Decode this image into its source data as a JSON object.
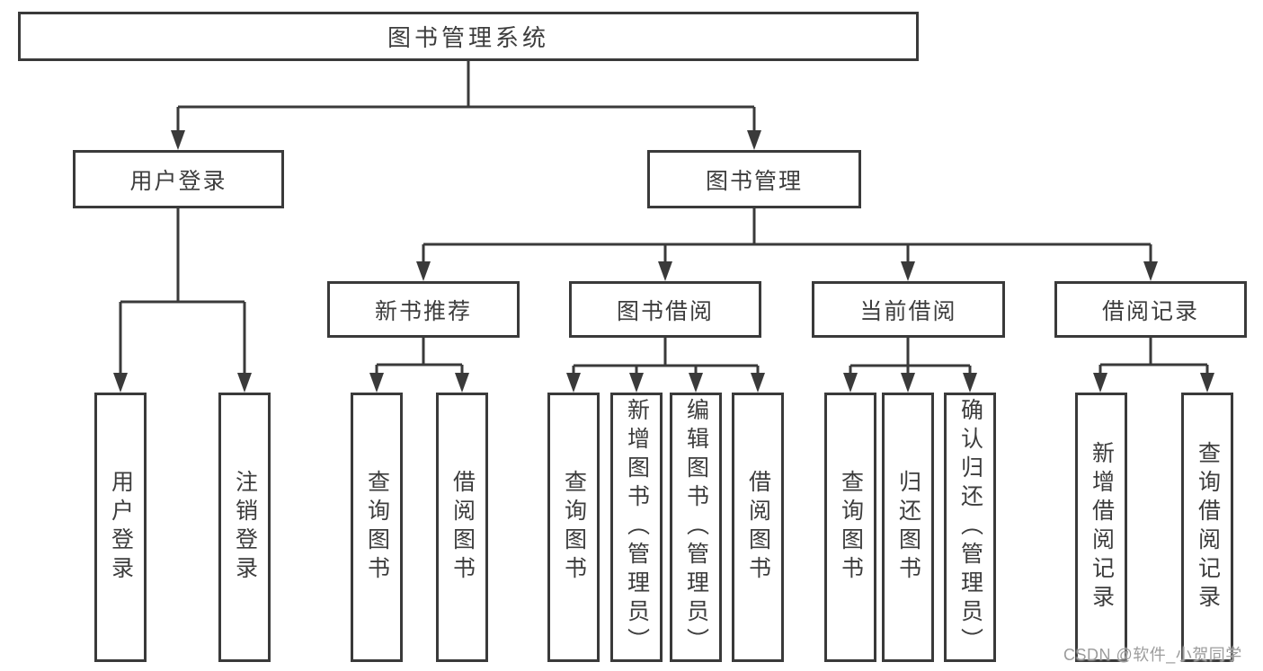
{
  "tree": {
    "label": "图书管理系统",
    "children": [
      {
        "label": "用户登录",
        "children": [
          {
            "label": "用户登录"
          },
          {
            "label": "注销登录"
          }
        ]
      },
      {
        "label": "图书管理",
        "children": [
          {
            "label": "新书推荐",
            "children": [
              {
                "label": "查询图书"
              },
              {
                "label": "借阅图书"
              }
            ]
          },
          {
            "label": "图书借阅",
            "children": [
              {
                "label": "查询图书"
              },
              {
                "label": "新增图书（管理员）"
              },
              {
                "label": "编辑图书（管理员）"
              },
              {
                "label": "借阅图书"
              }
            ]
          },
          {
            "label": "当前借阅",
            "children": [
              {
                "label": "查询图书"
              },
              {
                "label": "归还图书"
              },
              {
                "label": "确认归还（管理员）"
              }
            ]
          },
          {
            "label": "借阅记录",
            "children": [
              {
                "label": "新增借阅记录"
              },
              {
                "label": "查询借阅记录"
              }
            ]
          }
        ]
      }
    ]
  },
  "watermark": "CSDN @软件_小贺同学",
  "colors": {
    "line": "#3a3a3a",
    "box_border": "#3a3a3a",
    "text": "#3d3d3d",
    "watermark": "#9c9c9c",
    "background": "#ffffff"
  }
}
